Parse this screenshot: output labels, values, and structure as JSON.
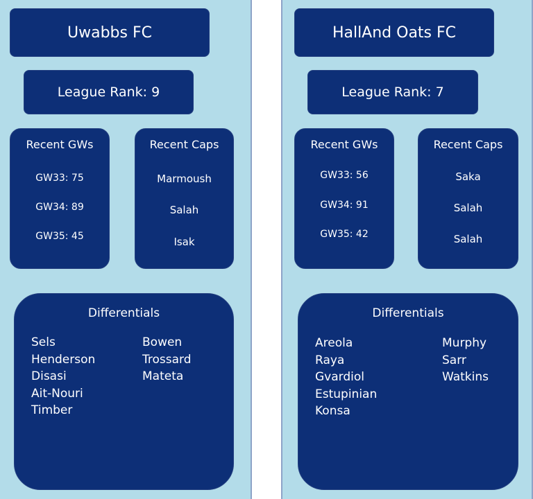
{
  "teams": [
    {
      "name": "Uwabbs FC",
      "league_rank_label": "League Rank: 9",
      "recent_gws_title": "Recent GWs",
      "recent_gws": [
        "GW33: 75",
        "GW34: 89",
        "GW35: 45"
      ],
      "recent_caps_title": "Recent Caps",
      "recent_caps": [
        "Marmoush",
        "Salah",
        "Isak"
      ],
      "differentials_title": "Differentials",
      "differentials_col1": [
        "Sels",
        "Henderson",
        "Disasi",
        "Ait-Nouri",
        "Timber"
      ],
      "differentials_col2": [
        "Bowen",
        "Trossard",
        "Mateta"
      ]
    },
    {
      "name": "HallAnd Oats FC",
      "league_rank_label": "League Rank: 7",
      "recent_gws_title": "Recent GWs",
      "recent_gws": [
        "GW33: 56",
        "GW34: 91",
        "GW35: 42"
      ],
      "recent_caps_title": "Recent Caps",
      "recent_caps": [
        "Saka",
        "Salah",
        "Salah"
      ],
      "differentials_title": "Differentials",
      "differentials_col1": [
        "Areola",
        "Raya",
        "Gvardiol",
        "Estupinian",
        "Konsa"
      ],
      "differentials_col2": [
        "Murphy",
        "Sarr",
        "Watkins"
      ]
    }
  ],
  "colors": {
    "panel_bg": "#b3dce9",
    "card_bg": "#0d2f77",
    "text": "#ffffff"
  }
}
